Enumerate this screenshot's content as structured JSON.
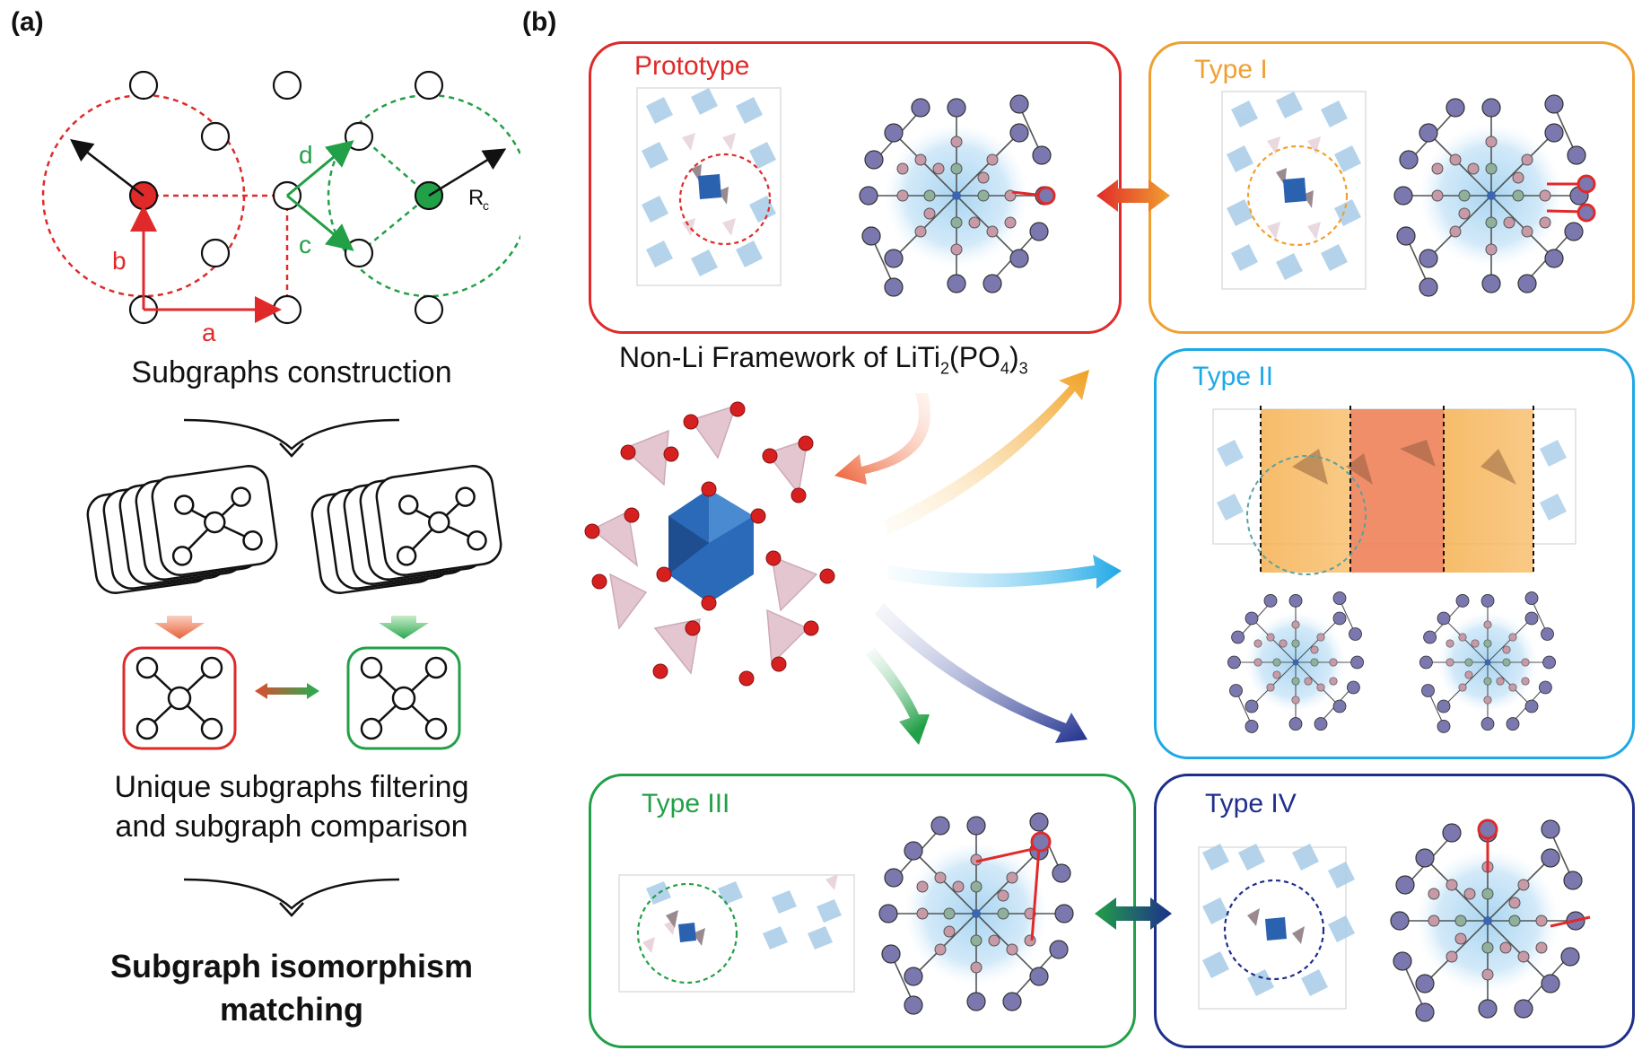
{
  "panels": {
    "a_label": "(a)",
    "b_label": "(b)"
  },
  "panel_a": {
    "vectors": {
      "a": "a",
      "b": "b",
      "c": "c",
      "d": "d",
      "rc": "R",
      "rc_sub": "c"
    },
    "step1": "Subgraphs construction",
    "step2_line1": "Unique subgraphs filtering",
    "step2_line2": "and subgraph comparison",
    "step3_line1": "Subgraph isomorphism",
    "step3_line2": "matching"
  },
  "panel_b": {
    "framework_text": "Non-Li Framework of LiTi",
    "framework_sub1": "2",
    "framework_mid": "(PO",
    "framework_sub2": "4",
    "framework_end": ")",
    "framework_sub3": "3",
    "boxes": {
      "prototype": "Prototype",
      "type1": "Type I",
      "type2": "Type II",
      "type3": "Type III",
      "type4": "Type IV"
    }
  },
  "colors": {
    "prototype": "#e02a2a",
    "type1": "#f0a030",
    "type2": "#1ea8e6",
    "type3": "#22a048",
    "type4": "#1e2e8c",
    "node_outer": "#7b78b0",
    "node_inner": "#c89aa8",
    "node_green": "#8fb09a",
    "node_center": "#3a66b0"
  }
}
